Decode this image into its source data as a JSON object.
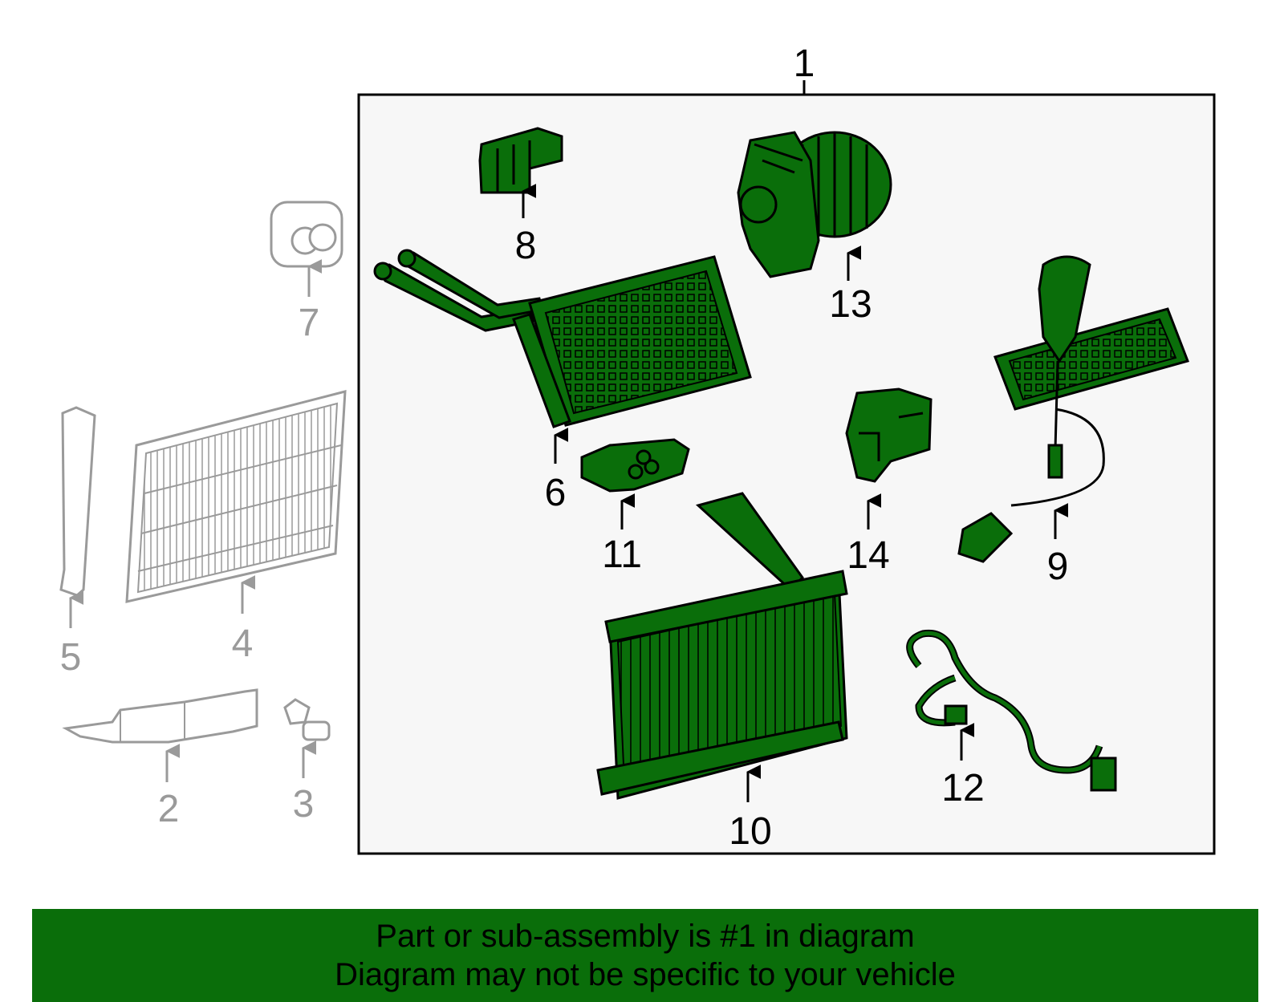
{
  "colors": {
    "assembly_part": "#0a6e0a",
    "other_part": "#9a9a9a",
    "frame_fill": "#f7f7f7",
    "footer_bg": "#0a6e0a"
  },
  "callouts": {
    "c1": "1",
    "c2": "2",
    "c3": "3",
    "c4": "4",
    "c5": "5",
    "c6": "6",
    "c7": "7",
    "c8": "8",
    "c9": "9",
    "c10": "10",
    "c11": "11",
    "c12": "12",
    "c13": "13",
    "c14": "14"
  },
  "footer": {
    "line1": "Part or sub-assembly is #1 in diagram",
    "line2": "Diagram may not be specific to your vehicle"
  }
}
